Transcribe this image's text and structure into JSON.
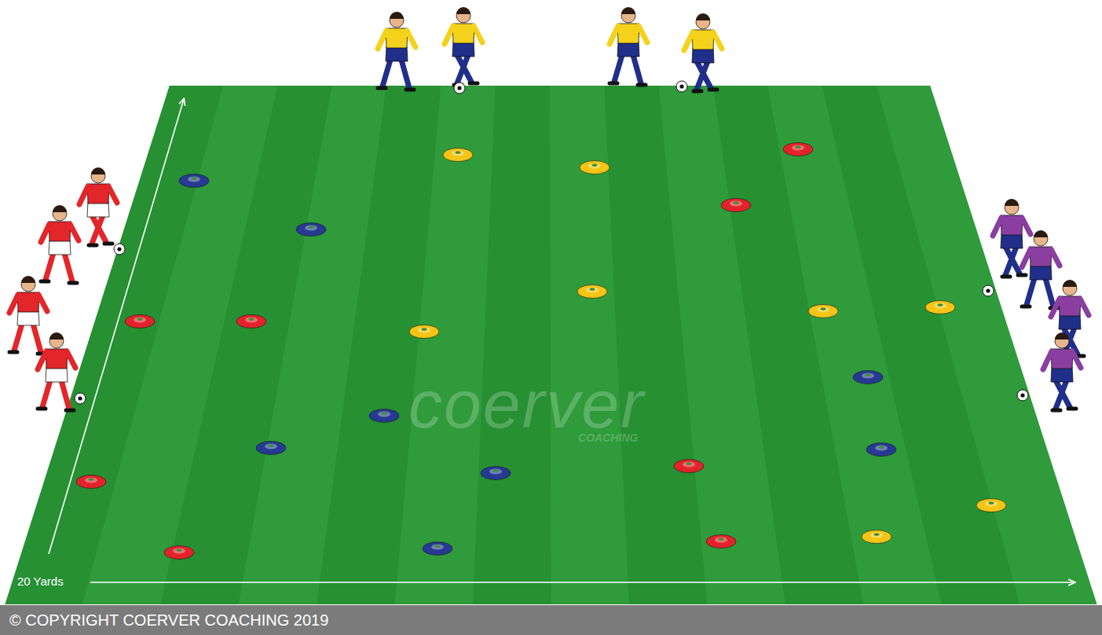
{
  "diagram": {
    "labels": [
      "20 Yards",
      "coerver",
      "COACHING",
      "© COPYRIGHT COERVER COACHING 2019"
    ]
  }
}
